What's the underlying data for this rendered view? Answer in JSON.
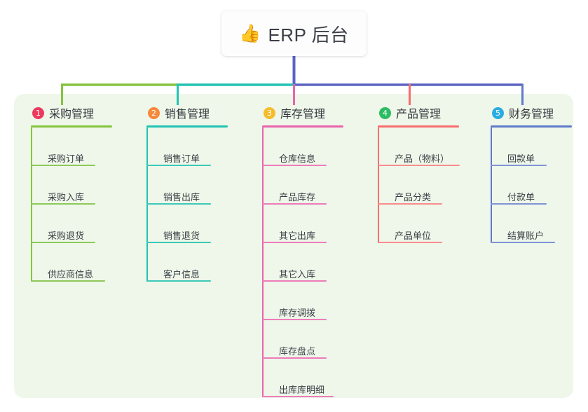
{
  "root": {
    "icon": "thumbs-up-emoji",
    "emoji": "👍",
    "title": "ERP 后台"
  },
  "palette": {
    "page_background": "#ffffff",
    "panel_background": "#eef7e9",
    "node_background": "#fdfdfd",
    "root_stem": "#5b63c4",
    "text_primary": "#32363d",
    "text_leaf": "#3c4048"
  },
  "columns": [
    {
      "index": "1",
      "badge_label": "1",
      "badge_color": "#ec3a5f",
      "title": "采购管理",
      "line_color": "#86c440",
      "rule_width": 116,
      "items": [
        {
          "label": "采购订单",
          "rule_width": 92
        },
        {
          "label": "采购入库",
          "rule_width": 92
        },
        {
          "label": "采购退货",
          "rule_width": 92
        },
        {
          "label": "供应商信息",
          "rule_width": 106
        }
      ]
    },
    {
      "index": "2",
      "badge_label": "2",
      "badge_color": "#f6893b",
      "title": "销售管理",
      "line_color": "#22c3b2",
      "rule_width": 116,
      "items": [
        {
          "label": "销售订单",
          "rule_width": 92
        },
        {
          "label": "销售出库",
          "rule_width": 92
        },
        {
          "label": "销售退货",
          "rule_width": 92
        },
        {
          "label": "客户信息",
          "rule_width": 92
        }
      ]
    },
    {
      "index": "3",
      "badge_label": "3",
      "badge_color": "#f6bc2c",
      "title": "库存管理",
      "line_color": "#ea63ad",
      "rule_width": 116,
      "items": [
        {
          "label": "仓库信息",
          "rule_width": 92
        },
        {
          "label": "产品库存",
          "rule_width": 92
        },
        {
          "label": "其它出库",
          "rule_width": 92
        },
        {
          "label": "其它入库",
          "rule_width": 92
        },
        {
          "label": "库存调拨",
          "rule_width": 92
        },
        {
          "label": "库存盘点",
          "rule_width": 92
        },
        {
          "label": "出库库明细",
          "rule_width": 102
        }
      ]
    },
    {
      "index": "4",
      "badge_label": "4",
      "badge_color": "#2bbd63",
      "title": "产品管理",
      "line_color": "#f76d6d",
      "rule_width": 116,
      "items": [
        {
          "label": "产品（物料）",
          "rule_width": 117
        },
        {
          "label": "产品分类",
          "rule_width": 92
        },
        {
          "label": "产品单位",
          "rule_width": 92
        }
      ]
    },
    {
      "index": "5",
      "badge_label": "5",
      "badge_color": "#2aaee2",
      "title": "财务管理",
      "line_color": "#6079cb",
      "rule_width": 116,
      "items": [
        {
          "label": "回款单",
          "rule_width": 80
        },
        {
          "label": "付款单",
          "rule_width": 80
        },
        {
          "label": "结算账户",
          "rule_width": 92
        }
      ]
    }
  ],
  "connectors": {
    "trunk_color": "#5b63c4",
    "segments": [
      {
        "name": "segment-green",
        "color": "#86c440"
      },
      {
        "name": "segment-teal",
        "color": "#22c3b2"
      },
      {
        "name": "segment-blue",
        "color": "#5b63c4"
      }
    ],
    "drops": [
      {
        "name": "drop-purchasing",
        "color": "#86c440"
      },
      {
        "name": "drop-sales",
        "color": "#22c3b2"
      },
      {
        "name": "drop-inventory",
        "color": "#ea63ad"
      },
      {
        "name": "drop-product",
        "color": "#f76d6d"
      },
      {
        "name": "drop-finance",
        "color": "#6079cb"
      }
    ]
  }
}
